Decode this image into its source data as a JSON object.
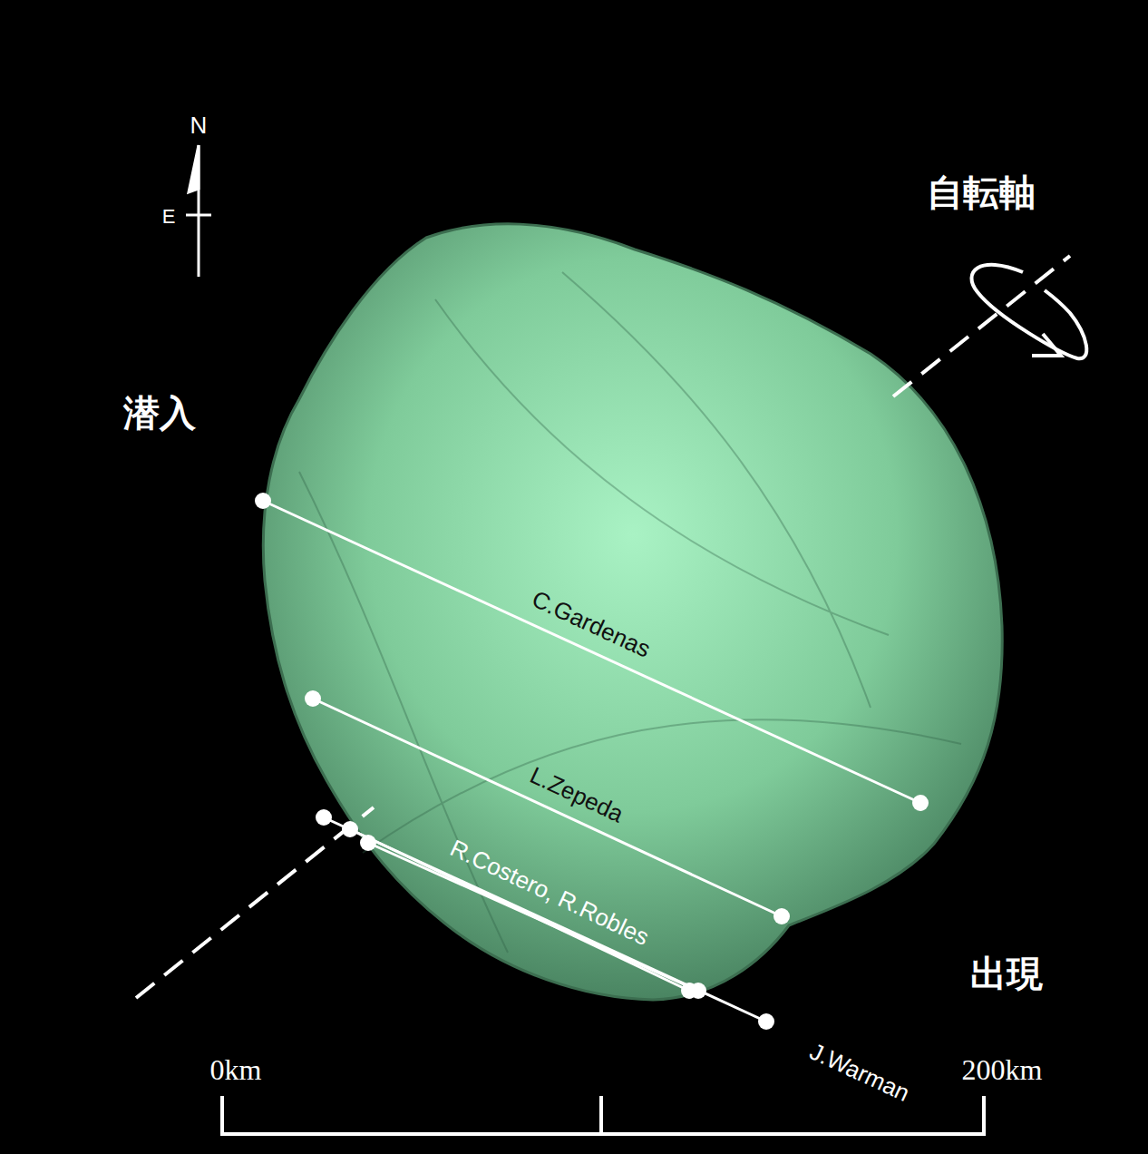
{
  "diagram": {
    "labels": [
      "N",
      "E",
      "自転軸",
      "潜入",
      "C.Gardenas",
      "L.Zepeda",
      "R.Costero, R.Robles",
      "出現",
      "J.Warman",
      "0km",
      "200km"
    ]
  }
}
